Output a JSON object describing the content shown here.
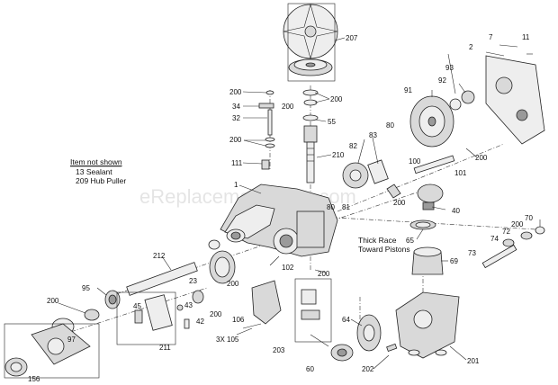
{
  "watermark": "eReplacementParts.com",
  "note": {
    "title": "Item not shown",
    "lines": [
      "13  Sealant",
      "209 Hub Puller"
    ]
  },
  "callout_text": {
    "thick_race_1": "Thick Race",
    "thick_race_2": "Toward Pistons"
  },
  "labels": {
    "p207": "207",
    "p200a": "200",
    "p34": "34",
    "p200b": "200",
    "p200c": "200",
    "p32": "32",
    "p55": "55",
    "p200d": "200",
    "p111": "111",
    "p210": "210",
    "p1": "1",
    "p83": "83",
    "p82": "82",
    "p80a": "80",
    "p80b": "80",
    "p81": "81",
    "p91": "91",
    "p92": "92",
    "p93": "93",
    "p2": "2",
    "p7": "7",
    "p11": "11",
    "p100": "100",
    "p101": "101",
    "p200e": "200",
    "p200f": "200",
    "p40": "40",
    "p65": "65",
    "p69": "69",
    "p73": "73",
    "p74": "74",
    "p72": "72",
    "p200g": "200",
    "p70": "70",
    "p212": "212",
    "p102": "102",
    "p200h": "200",
    "p23": "23",
    "p200i": "200",
    "p95": "95",
    "p200j": "200",
    "p45": "45",
    "p43": "43",
    "p42": "42",
    "p200k": "200",
    "p106": "106",
    "p3x105": "3X 105",
    "p203": "203",
    "p64": "64",
    "p97": "97",
    "p211": "211",
    "p60": "60",
    "p202": "202",
    "p201": "201",
    "p156": "156"
  }
}
